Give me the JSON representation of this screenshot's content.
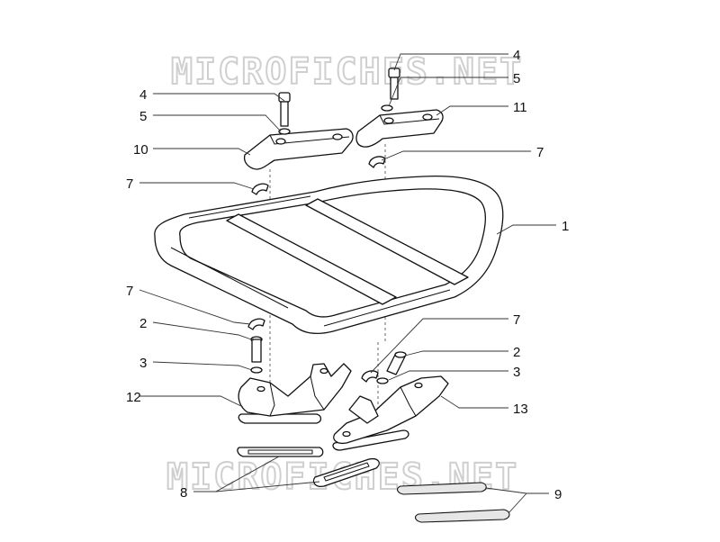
{
  "watermark": {
    "top": "MICROFICHES.NET",
    "bottom": "MICROFICHES.NET"
  },
  "callouts": [
    {
      "id": "c1",
      "label": "1"
    },
    {
      "id": "c2a",
      "label": "2"
    },
    {
      "id": "c2b",
      "label": "2"
    },
    {
      "id": "c3a",
      "label": "3"
    },
    {
      "id": "c3b",
      "label": "3"
    },
    {
      "id": "c4a",
      "label": "4"
    },
    {
      "id": "c4b",
      "label": "4"
    },
    {
      "id": "c5a",
      "label": "5"
    },
    {
      "id": "c5b",
      "label": "5"
    },
    {
      "id": "c7a",
      "label": "7"
    },
    {
      "id": "c7b",
      "label": "7"
    },
    {
      "id": "c7c",
      "label": "7"
    },
    {
      "id": "c7d",
      "label": "7"
    },
    {
      "id": "c8",
      "label": "8"
    },
    {
      "id": "c9",
      "label": "9"
    },
    {
      "id": "c10",
      "label": "10"
    },
    {
      "id": "c11",
      "label": "11"
    },
    {
      "id": "c12",
      "label": "12"
    },
    {
      "id": "c13",
      "label": "13"
    }
  ]
}
